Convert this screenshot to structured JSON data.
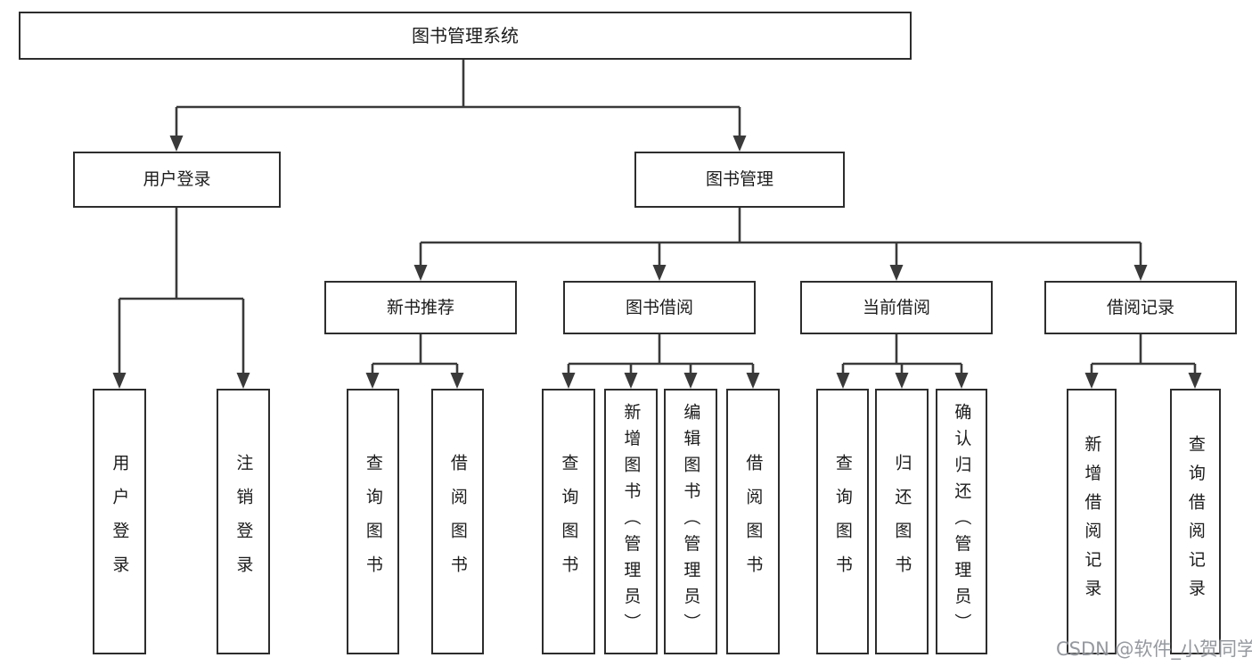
{
  "tree": {
    "label": "图书管理系统",
    "children": [
      {
        "label": "用户登录",
        "children": [
          {
            "label": "用户登录"
          },
          {
            "label": "注销登录"
          }
        ]
      },
      {
        "label": "图书管理",
        "children": [
          {
            "label": "新书推荐",
            "children": [
              {
                "label": "查询图书"
              },
              {
                "label": "借阅图书"
              }
            ]
          },
          {
            "label": "图书借阅",
            "children": [
              {
                "label": "查询图书"
              },
              {
                "label": "新增图书（管理员）"
              },
              {
                "label": "编辑图书（管理员）"
              },
              {
                "label": "借阅图书"
              }
            ]
          },
          {
            "label": "当前借阅",
            "children": [
              {
                "label": "查询图书"
              },
              {
                "label": "归还图书"
              },
              {
                "label": "确认归还（管理员）"
              }
            ]
          },
          {
            "label": "借阅记录",
            "children": [
              {
                "label": "新增借阅记录"
              },
              {
                "label": "查询借阅记录"
              }
            ]
          }
        ]
      }
    ]
  },
  "watermark": {
    "text": "CSDN @软件_小贺同学"
  },
  "colors": {
    "line": "#3a3a3a",
    "border": "#2d2d2d",
    "text": "#1c1c1c",
    "background": "#ffffff",
    "watermark": "#8d9197"
  }
}
